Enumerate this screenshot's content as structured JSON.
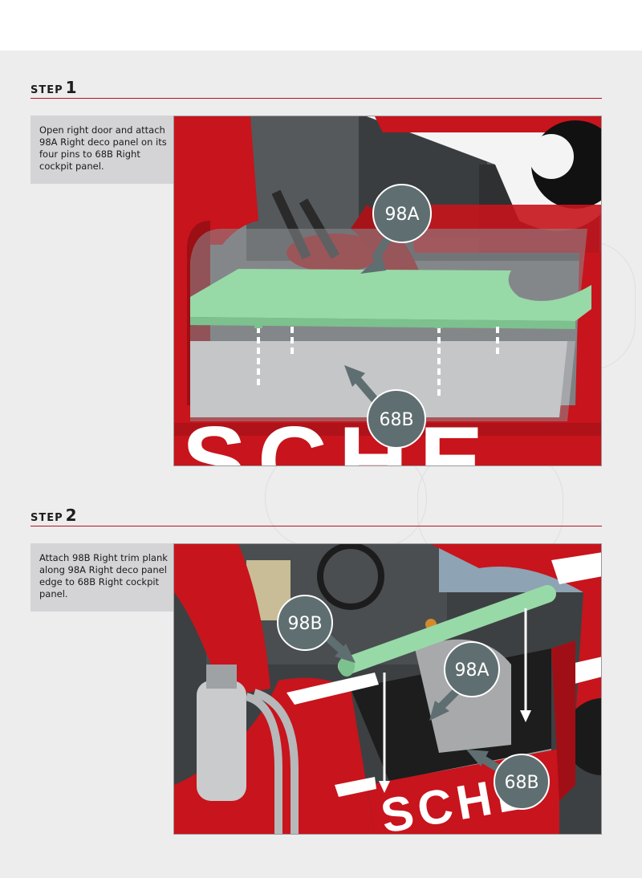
{
  "steps": [
    {
      "word": "STEP",
      "number": "1",
      "instruction": "Open right door and attach 98A Right deco panel on its four pins to 68B Right cockpit panel.",
      "callouts": [
        "98A",
        "68B"
      ],
      "body_lettering": "SCHE"
    },
    {
      "word": "STEP",
      "number": "2",
      "instruction": "Attach 98B Right trim plank along 98A Right deco panel edge to 68B Right cockpit panel.",
      "callouts": [
        "98B",
        "98A",
        "68B"
      ],
      "body_lettering": "SCHE"
    }
  ],
  "colors": {
    "accent": "#b8121a",
    "callout_fill": "#5f6e70",
    "highlight_part": "#98d9a8",
    "car_red": "#c8141c"
  }
}
